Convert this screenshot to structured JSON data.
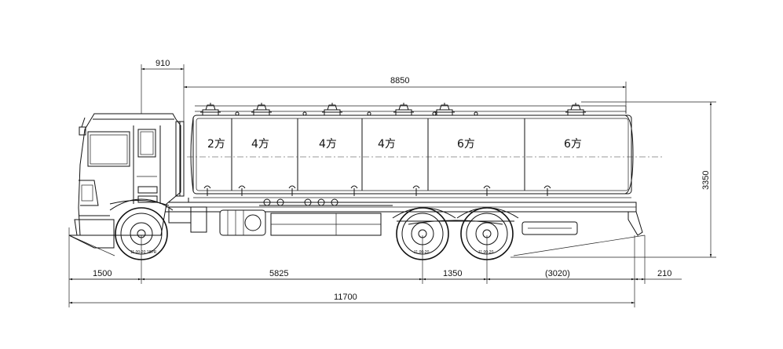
{
  "dimensions": {
    "front_overhang_cab": "910",
    "tank_length": "8850",
    "total_height": "3350",
    "front_overhang": "1500",
    "wheelbase_1": "5825",
    "wheelbase_2": "1350",
    "rear_overhang": "(3020)",
    "rear_extension": "210",
    "total_length": "11700"
  },
  "compartments": [
    {
      "label": "2方"
    },
    {
      "label": "4方"
    },
    {
      "label": "4方"
    },
    {
      "label": "4方"
    },
    {
      "label": "6方"
    },
    {
      "label": "6方"
    }
  ],
  "axle_labels": {
    "front": "11.00-20 18PR",
    "rear_1": "11.00-20",
    "rear_2": "11.00-20"
  }
}
